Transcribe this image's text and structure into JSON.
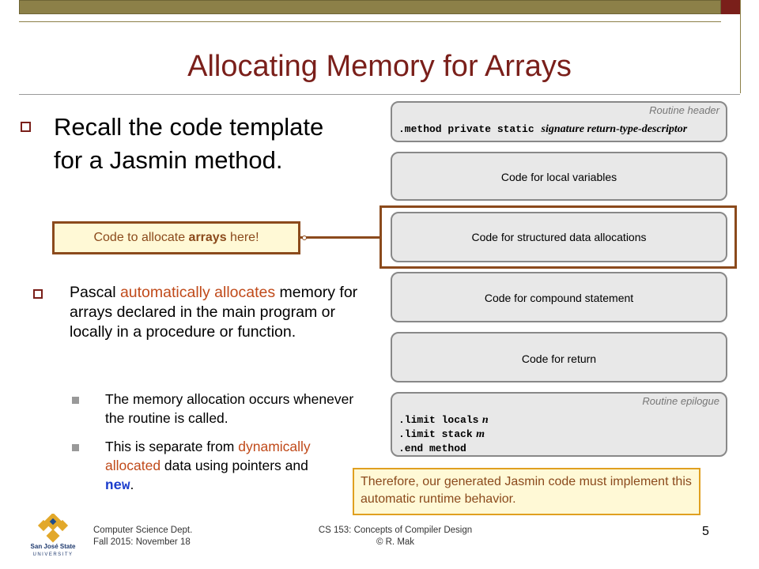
{
  "slide": {
    "title": "Allocating Memory for Arrays",
    "bullet1": "Recall the code template for a Jasmin method.",
    "callout": {
      "prefix": "Code to allocate ",
      "bold": "arrays",
      "suffix": " here!"
    },
    "bullet2": {
      "pre": "Pascal ",
      "accent": "automatically allocates",
      "post": " memory for arrays declared in the main program or locally in a procedure or function."
    },
    "sub1": "The memory allocation occurs whenever the routine is called.",
    "sub2": {
      "pre": "This is separate from ",
      "accent": "dynamically allocated",
      "mid": " data using pointers and ",
      "code": "new",
      "post": "."
    },
    "note": "Therefore, our generated Jasmin code must implement this automatic runtime behavior."
  },
  "diagram": {
    "header_label": "Routine header",
    "header_code": ".method private static",
    "header_sig": "signature return-type-descriptor",
    "box_local": "Code for local variables",
    "box_structured": "Code for structured data allocations",
    "box_compound": "Code for compound statement",
    "box_return": "Code for return",
    "epilogue_label": "Routine epilogue",
    "epi1": ".limit locals",
    "epi1_var": "n",
    "epi2": ".limit stack",
    "epi2_var": "m",
    "epi3": ".end method"
  },
  "footer": {
    "left1": "Computer Science Dept.",
    "left2": "Fall 2015: November 18",
    "center1": "CS 153: Concepts of Compiler Design",
    "center2": "© R. Mak",
    "page": "5",
    "logo_text1": "San José State",
    "logo_text2": "UNIVERSITY"
  },
  "colors": {
    "title": "#7a1f1a",
    "accent": "#c04a1a",
    "callout_border": "#8b4a1c",
    "note_border": "#e0a020",
    "bar": "#8c8048"
  }
}
